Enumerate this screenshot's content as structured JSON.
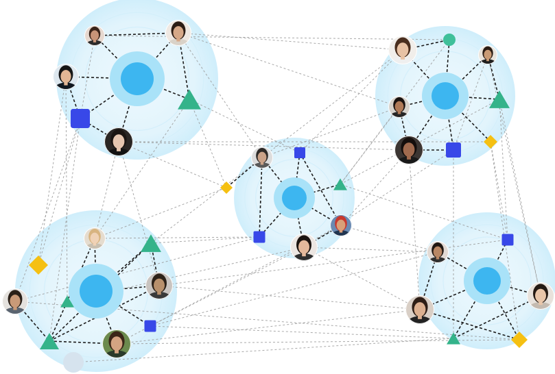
{
  "colors": {
    "background": "#ffffff",
    "hub_core": "#3db6f0",
    "hub_ring": "#a9e2f8",
    "halo": "#e3f4fc",
    "edge_dark": "#1c1c1c",
    "edge_light": "#9a9a9a",
    "square": "#3848e8",
    "triangle": "#34b38a",
    "diamond": "#f5c012",
    "circle_green": "#3fc09a",
    "circle_gray": "#d6e3ee"
  },
  "icons": {
    "avatar": "person-avatar-icon",
    "square": "blue-square-icon",
    "triangle": "green-triangle-icon",
    "diamond": "yellow-diamond-icon",
    "circle": "round-dot-icon"
  },
  "clusters": [
    {
      "name": "top-left"
    },
    {
      "name": "top-right"
    },
    {
      "name": "center"
    },
    {
      "name": "bottom-left"
    },
    {
      "name": "bottom-right"
    }
  ]
}
